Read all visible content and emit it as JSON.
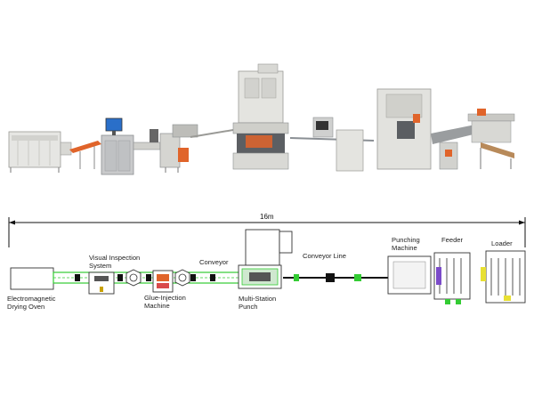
{
  "dimension": {
    "total_length": "16m"
  },
  "labels": {
    "oven_line1": "Electromagnetic",
    "oven_line2": "Drying Oven",
    "vision_line1": "Visual Inspection",
    "vision_line2": "System",
    "glue_line1": "Glue-Injection",
    "glue_line2": "Machine",
    "conveyor": "Conveyor",
    "punch_line1": "Multi-Station",
    "punch_line2": "Punch",
    "conveyor_line": "Conveyor Line",
    "punching_line1": "Punching",
    "punching_line2": "Machine",
    "feeder": "Feeder",
    "loader": "Loader"
  },
  "colors": {
    "conveyor_green": "#33cc33",
    "frame_gray": "#8a8f94",
    "machine_light": "#e4e4e0",
    "machine_mid": "#c9c9c4",
    "accent_orange": "#e0642a",
    "line_black": "#111111"
  }
}
